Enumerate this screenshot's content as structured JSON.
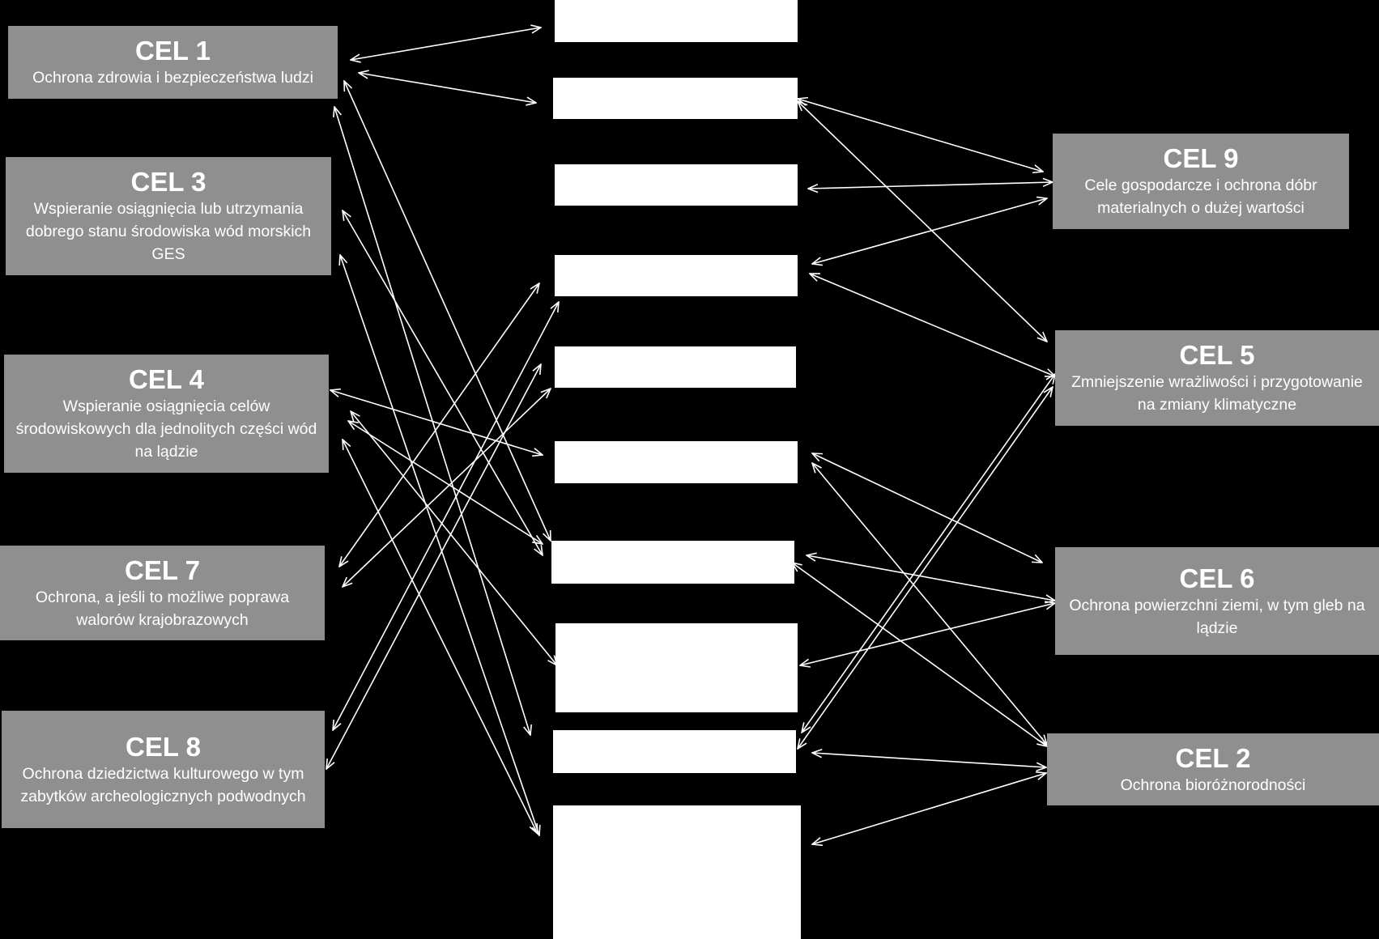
{
  "goals": {
    "cel1": {
      "title": "CEL 1",
      "desc": "Ochrona zdrowia i bezpieczeństwa ludzi"
    },
    "cel3": {
      "title": "CEL 3",
      "desc": "Wspieranie osiągnięcia lub utrzymania dobrego stanu środowiska wód morskich GES"
    },
    "cel4": {
      "title": "CEL 4",
      "desc": "Wspieranie osiągnięcia celów środowiskowych dla jednolitych części wód na lądzie"
    },
    "cel7": {
      "title": "CEL 7",
      "desc": "Ochrona, a jeśli to możliwe poprawa walorów krajobrazowych"
    },
    "cel8": {
      "title": "CEL 8",
      "desc": "Ochrona dziedzictwa kulturowego w tym zabytków archeologicznych podwodnych"
    },
    "cel9": {
      "title": "CEL 9",
      "desc": "Cele gospodarcze i ochrona dóbr materialnych o dużej wartości"
    },
    "cel5": {
      "title": "CEL 5",
      "desc": "Zmniejszenie wrażliwości i przygotowanie na zmiany klimatyczne"
    },
    "cel6": {
      "title": "CEL 6",
      "desc": "Ochrona powierzchni ziemi, w tym gleb na lądzie"
    },
    "cel2": {
      "title": "CEL 2",
      "desc": "Ochrona bioróżnorodności"
    }
  },
  "colors": {
    "background": "#000000",
    "goal_box": "#8f8f8f",
    "text": "#ffffff",
    "arrows": "#ffffff"
  }
}
